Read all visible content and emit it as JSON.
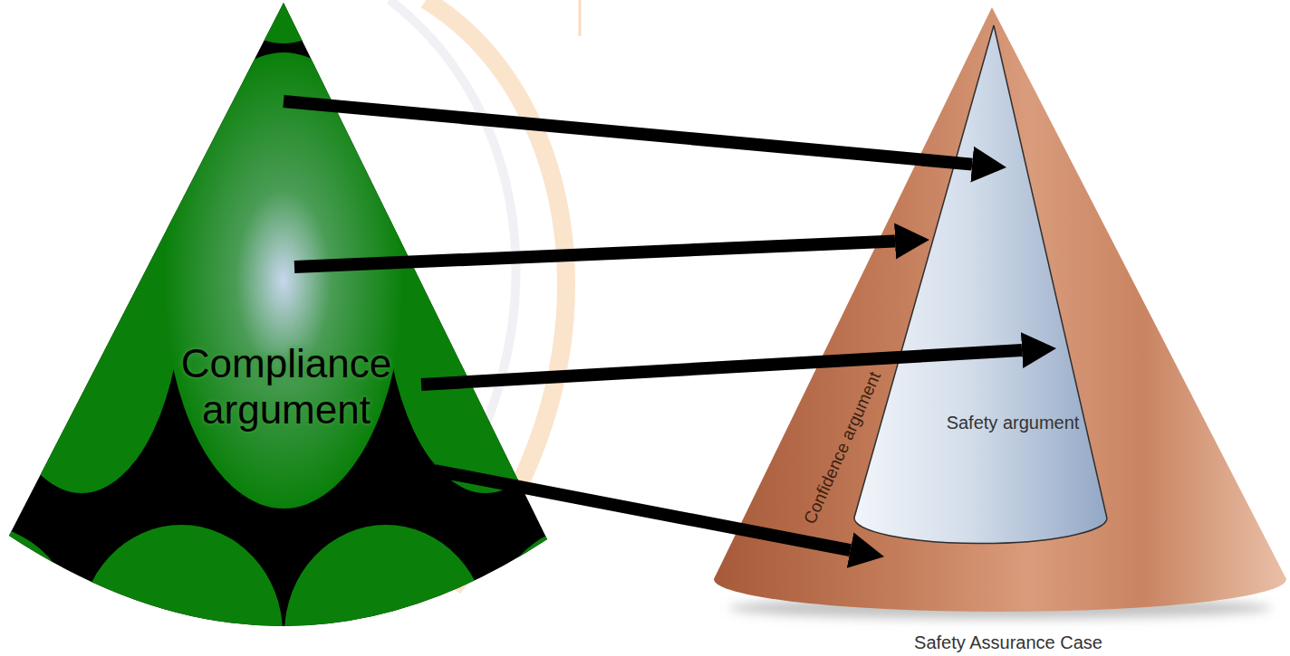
{
  "diagram": {
    "nodes": [
      {
        "text": [
          "Compliance argument"
        ]
      },
      {
        "text": [
          "Safety Assurance Case"
        ]
      },
      {
        "text": [
          "Confidence argument"
        ],
        "in": 1
      },
      {
        "text": [
          "Safety argument"
        ],
        "in": 1
      }
    ],
    "edges": [
      {
        "from": 0,
        "to": 3,
        "arrow": "to"
      },
      {
        "from": 0,
        "to": 3,
        "arrow": "to"
      },
      {
        "from": 0,
        "to": 3,
        "arrow": "to"
      },
      {
        "from": 0,
        "to": 2,
        "arrow": "to"
      }
    ]
  }
}
